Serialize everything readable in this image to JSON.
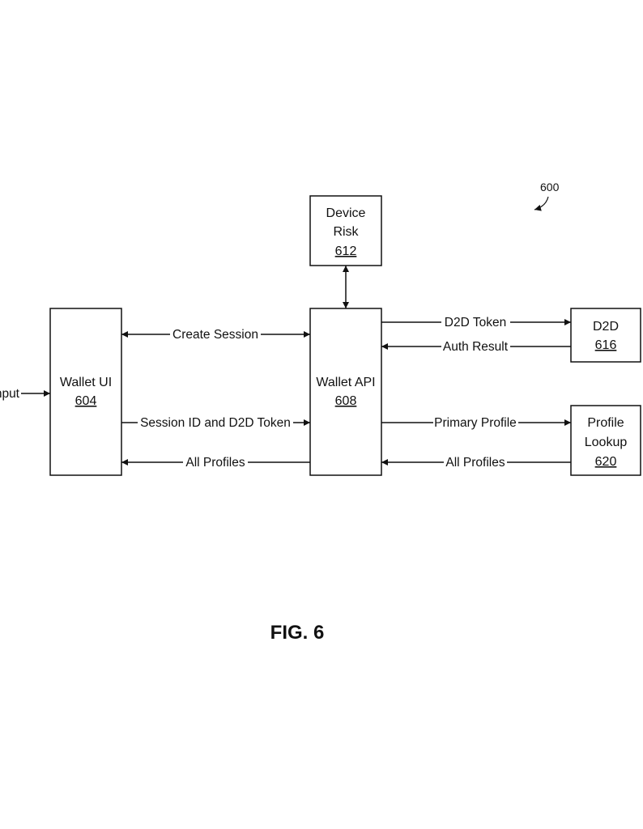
{
  "figure": {
    "title": "FIG. 6",
    "reference_numeral": "600"
  },
  "external_input": {
    "label": "Input"
  },
  "nodes": {
    "wallet_ui": {
      "name": "Wallet UI",
      "number": "604"
    },
    "wallet_api": {
      "name": "Wallet API",
      "number": "608"
    },
    "device_risk": {
      "name_line1": "Device",
      "name_line2": "Risk",
      "number": "612"
    },
    "d2d": {
      "name": "D2D",
      "number": "616"
    },
    "profile_lookup": {
      "name_line1": "Profile",
      "name_line2": "Lookup",
      "number": "620"
    }
  },
  "edges": {
    "create_session": {
      "label": "Create Session",
      "from": "Wallet UI",
      "to": "Wallet API",
      "direction": "bidirectional"
    },
    "session_id_token": {
      "label": "Session ID and D2D Token",
      "from": "Wallet UI",
      "to": "Wallet API",
      "direction": "forward"
    },
    "all_profiles_left": {
      "label": "All Profiles",
      "from": "Wallet API",
      "to": "Wallet UI",
      "direction": "forward"
    },
    "d2d_token": {
      "label": "D2D Token",
      "from": "Wallet API",
      "to": "D2D",
      "direction": "forward"
    },
    "auth_result": {
      "label": "Auth Result",
      "from": "D2D",
      "to": "Wallet API",
      "direction": "forward"
    },
    "primary_profile": {
      "label": "Primary Profile",
      "from": "Wallet API",
      "to": "Profile Lookup",
      "direction": "forward"
    },
    "all_profiles_right": {
      "label": "All Profiles",
      "from": "Profile Lookup",
      "to": "Wallet API",
      "direction": "forward"
    },
    "device_risk_link": {
      "label": "",
      "from": "Device Risk",
      "to": "Wallet API",
      "direction": "bidirectional"
    }
  }
}
